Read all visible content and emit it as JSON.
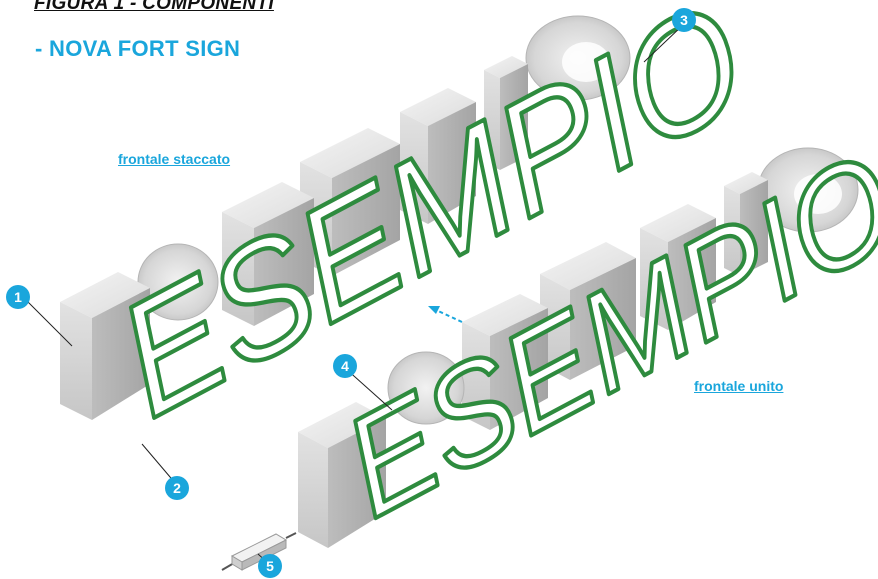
{
  "figure": {
    "title": "FIGURA 1 - COMPONENTI",
    "subtitle": "- NOVA FORT SIGN"
  },
  "labels": {
    "detached_front": "frontale staccato",
    "joined_front": "frontale unito"
  },
  "sign_text": {
    "upper": "ESEMPIO",
    "lower": "ESEMPIO"
  },
  "callouts": [
    {
      "number": "1"
    },
    {
      "number": "2"
    },
    {
      "number": "3"
    },
    {
      "number": "4"
    },
    {
      "number": "5"
    }
  ],
  "colors": {
    "accent": "#1aa6dc",
    "letter_edge": "#2e8b3e",
    "letter_face": "#ffffff",
    "box_light": "#e6e6e6",
    "box_mid": "#c9c9c9",
    "box_dark": "#a9a9a9"
  }
}
